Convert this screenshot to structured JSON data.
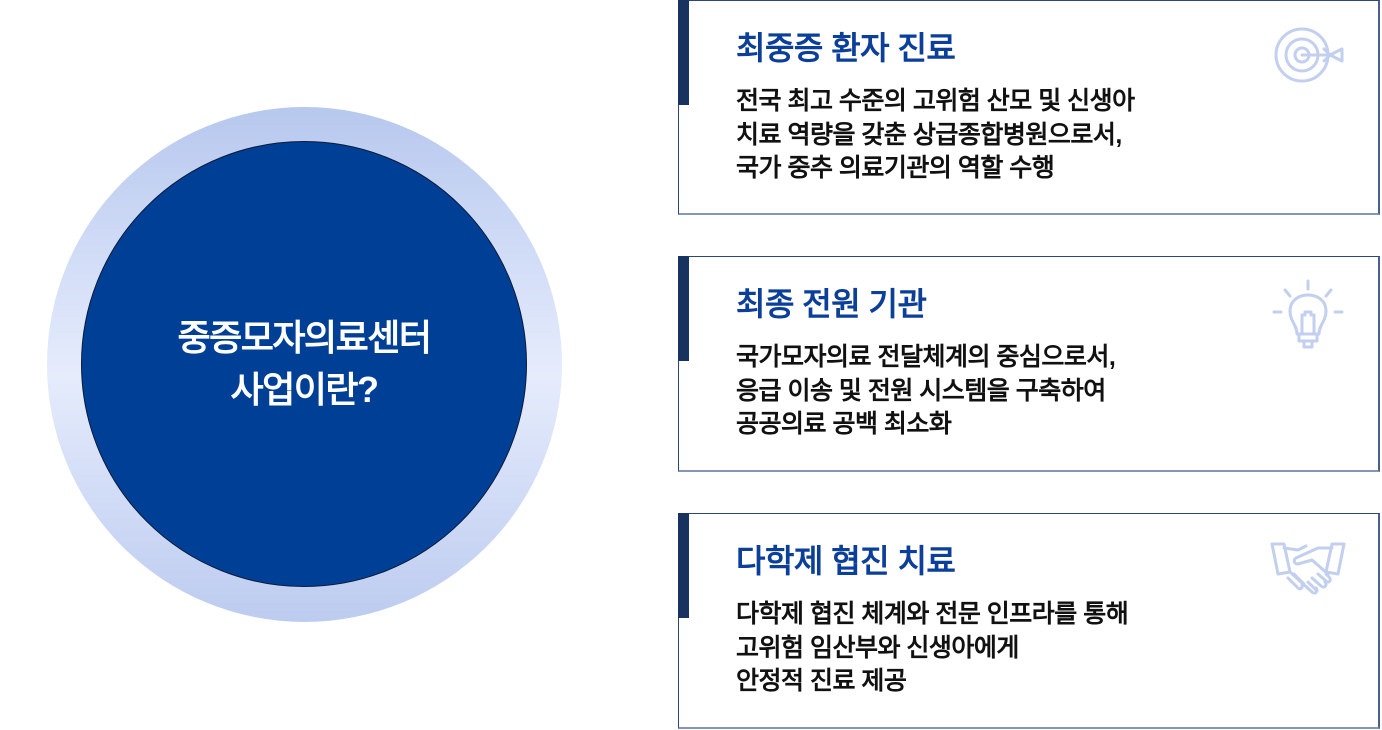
{
  "center": {
    "title_lines": [
      "중증모자의료센터",
      "사업이란?"
    ],
    "colors": {
      "inner_fill": "#003f96",
      "outer_ring_top": "#b7c8ee",
      "outer_ring_mid": "#e6ecfc"
    }
  },
  "cards": [
    {
      "title": "최중증 환자 진료",
      "icon": "target-icon",
      "body_lines": [
        "전국 최고 수준의 고위험 산모 및 신생아",
        "치료 역량을  갖춘 상급종합병원으로서,",
        "국가 중추 의료기관의 역할 수행"
      ]
    },
    {
      "title": "최종 전원 기관",
      "icon": "lightbulb-icon",
      "body_lines": [
        "국가모자의료 전달체계의 중심으로서,",
        "응급 이송 및 전원 시스템을 구축하여",
        "공공의료 공백 최소화"
      ]
    },
    {
      "title": "다학제 협진 치료",
      "icon": "handshake-icon",
      "body_lines": [
        "다학제 협진 체계와 전문 인프라를 통해",
        "고위험 임산부와 신생아에게",
        "안정적 진료 제공"
      ]
    }
  ],
  "colors": {
    "card_title": "#0b3f99",
    "card_accent": "#18335f",
    "card_border": "#2c4677",
    "icon_stroke": "#c3cfee"
  }
}
